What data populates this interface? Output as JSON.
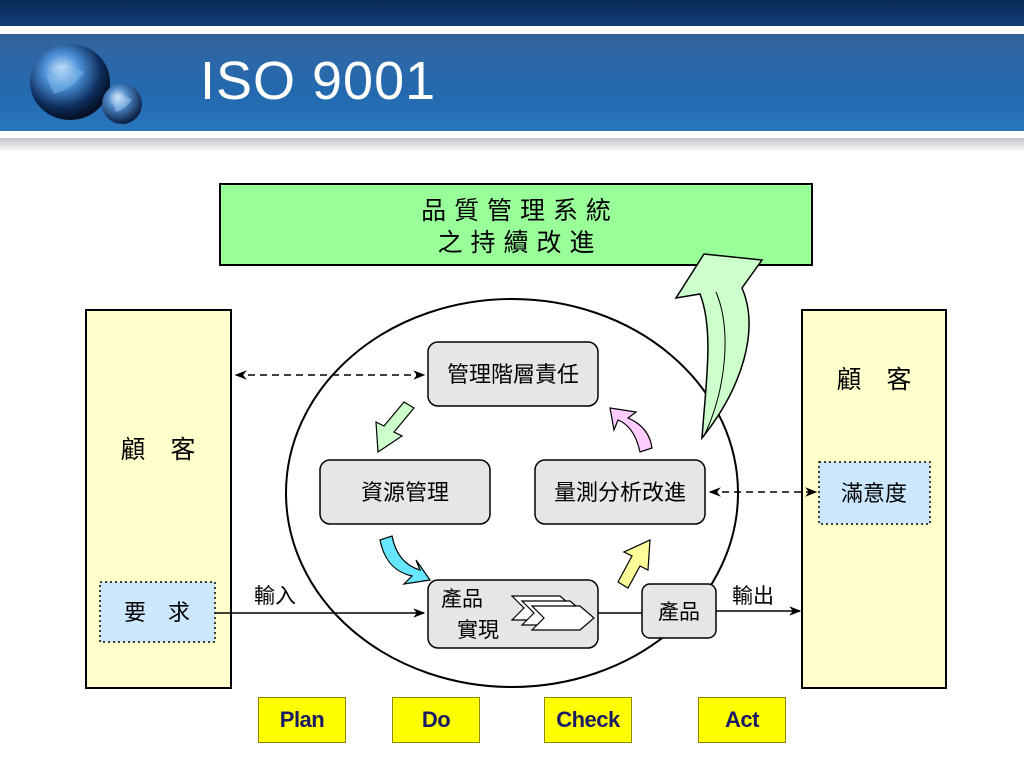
{
  "slide": {
    "title": "ISO 9001"
  },
  "diagram": {
    "top_box": {
      "line1": "品 質 管 理 系 統",
      "line2": "之 持 續 改 進"
    },
    "left_panel": {
      "label": "顧　客",
      "requirement": "要　求"
    },
    "right_panel": {
      "label": "顧　客",
      "satisfaction": "滿意度"
    },
    "process": {
      "management": "管理階層責任",
      "resources": "資源管理",
      "measurement": "量測分析改進",
      "realization_line1": "產品",
      "realization_line2": "實現",
      "product": "產品"
    },
    "flows": {
      "input": "輸入",
      "output": "輸出"
    },
    "colors": {
      "top_box": "#99ff99",
      "panel": "#ffffcc",
      "dotted_box": "#cce8ff",
      "process_box": "#e6e6e6",
      "arrow_green": "#ccffcc",
      "arrow_pink": "#ffccff",
      "arrow_cyan": "#66e6ff",
      "arrow_yellow": "#ffff99",
      "pdca": "#ffff00"
    }
  },
  "pdca": [
    "Plan",
    "Do",
    "Check",
    "Act"
  ]
}
